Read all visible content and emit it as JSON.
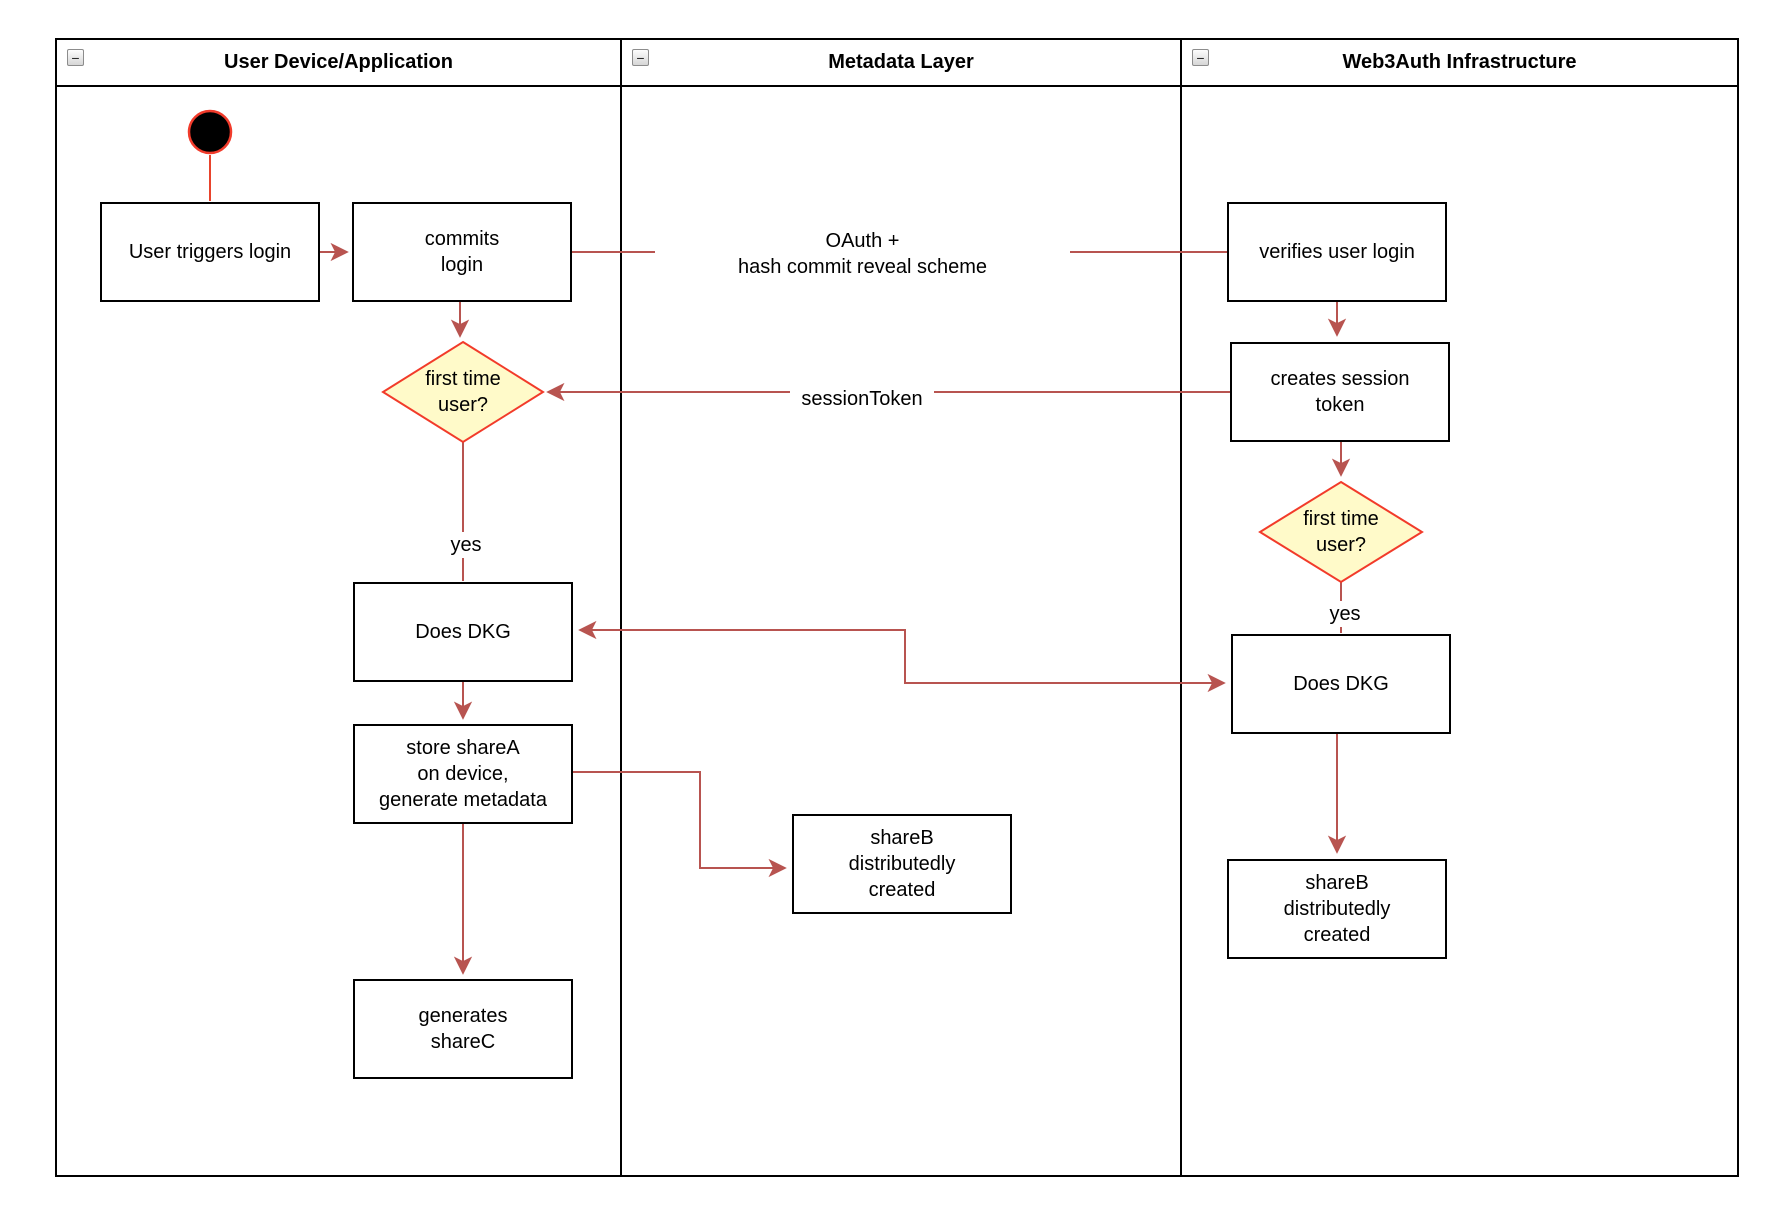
{
  "lanes": [
    {
      "title": "User Device/Application"
    },
    {
      "title": "Metadata Layer"
    },
    {
      "title": "Web3Auth Infrastructure"
    }
  ],
  "collapse_glyph": "−",
  "nodes": {
    "user_triggers_login": {
      "text": "User triggers login"
    },
    "commits_login": {
      "text": "commits\nlogin"
    },
    "first_time_user_device": {
      "text": "first time\nuser?"
    },
    "does_dkg_device": {
      "text": "Does DKG"
    },
    "store_sharea": {
      "text": "store shareA\non device,\ngenerate metadata"
    },
    "generates_sharec": {
      "text": "generates\nshareC"
    },
    "shareb_metadata": {
      "text": "shareB\ndistributedly\ncreated"
    },
    "verifies_user_login": {
      "text": "verifies user login"
    },
    "creates_session_token": {
      "text": "creates session\ntoken"
    },
    "first_time_user_infra": {
      "text": "first time\nuser?"
    },
    "does_dkg_infra": {
      "text": "Does DKG"
    },
    "shareb_infra": {
      "text": "shareB\ndistributedly\ncreated"
    }
  },
  "edge_labels": {
    "oauth": "OAuth +\nhash commit reveal scheme",
    "session_token": "sessionToken",
    "yes_device": "yes",
    "yes_infra": "yes"
  },
  "colors": {
    "connector": "#B85450",
    "start_node_fill": "#000000",
    "start_node_stroke": "#F13B2B",
    "start_stem": "#E8432C",
    "decision_fill": "#FFFAC9",
    "decision_stroke": "#F23B2A",
    "node_fill": "#FFFFFF",
    "node_border": "#000000",
    "lane_border": "#000000"
  }
}
